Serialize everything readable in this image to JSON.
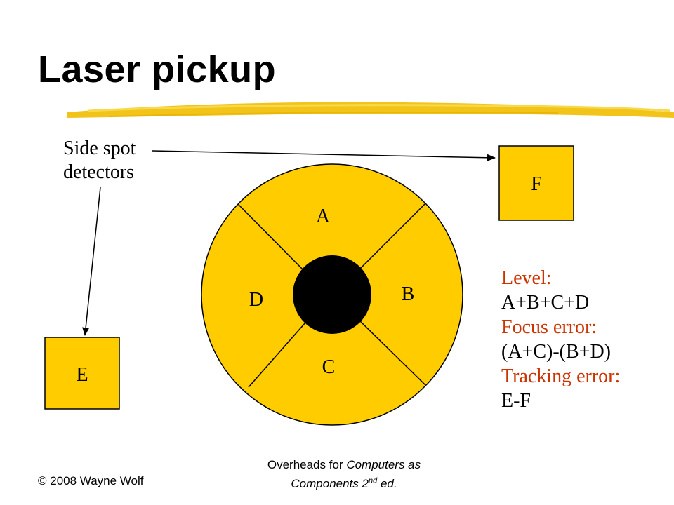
{
  "slide": {
    "title": "Laser pickup"
  },
  "diagram": {
    "side_spot_label": [
      "Side spot",
      "detectors"
    ],
    "quadrants": {
      "a": "A",
      "b": "B",
      "c": "C",
      "d": "D"
    },
    "side_detectors": {
      "e": "E",
      "f": "F"
    },
    "colors": {
      "detector_fill": "#ffcc00",
      "center_spot": "#000000",
      "caption_text": "#cc3300",
      "underline": "#f2c419"
    }
  },
  "legend": [
    {
      "caption": "Level:",
      "formula": "A+B+C+D"
    },
    {
      "caption": "Focus error:",
      "formula": "(A+C)-(B+D)"
    },
    {
      "caption": "Tracking error:",
      "formula": "E-F"
    }
  ],
  "footer": {
    "copyright": "© 2008 Wayne Wolf",
    "overheads_prefix": "Overheads for ",
    "book_title_part1": "Computers as",
    "book_title_part2": "Components 2",
    "edition_superscript": "nd",
    "edition_suffix": " ed."
  }
}
